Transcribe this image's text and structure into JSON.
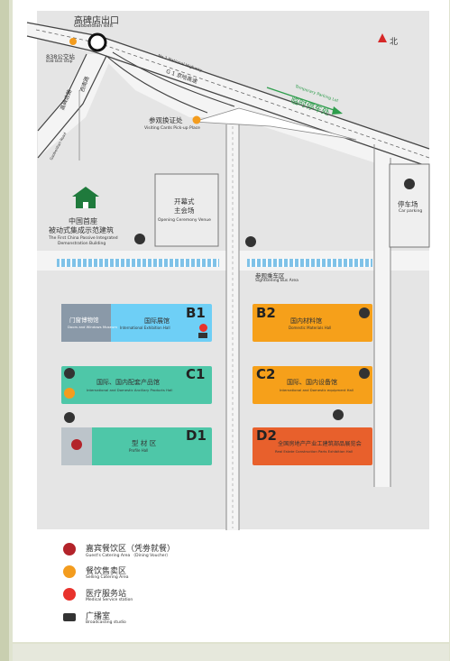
{
  "map": {
    "north_label": "北",
    "colors": {
      "page_bg": "#dfe3cf",
      "panel": "#ffffff",
      "ground": "#e5e5e5",
      "road": "#f2f2f2",
      "road_edge": "#555555",
      "hall_blue": "#6ecff6",
      "hall_green": "#4ec7a8",
      "hall_orange": "#f6a01a",
      "hall_red": "#e8602c",
      "hall_gray": "#8a99a8",
      "building_green": "#1f7a3c",
      "marker_orange": "#f39c1e",
      "temp_parking_green": "#2e9d4c",
      "north_red": "#d62828",
      "sightseeing_stripe": "#7fc2e8"
    },
    "exit": {
      "name_cn": "高碑店出口",
      "name_en": "Gaobeidian exit"
    },
    "bus_stop": {
      "name_cn": "838公交站",
      "name_en": "838 Bus stop"
    },
    "highway": {
      "name_en": "No.1 National Highway",
      "code": "G 1 京哈高速"
    },
    "side_road": {
      "name_cn": "高碑店路",
      "name_en": "Gaobeidian Road"
    },
    "side_road2": {
      "name_cn": "西南路",
      "name_en": "Xidian Road"
    },
    "temp_parking": {
      "name_en": "Temporary Parking Lot",
      "name_cn": "临时停车处"
    },
    "card_pickup": {
      "name_cn": "参观换证处",
      "name_en": "Visiting Cards Pick-up Place"
    },
    "passive_building": {
      "name_cn_1": "中国首座",
      "name_cn_2": "被动式集成示范建筑",
      "name_en_1": "The First China Passive Integrated",
      "name_en_2": "Demonstration Building"
    },
    "opening_venue": {
      "name_cn_1": "开幕式",
      "name_cn_2": "主会场",
      "name_en": "Opening Ceremony Venue"
    },
    "car_parking": {
      "name_cn": "停车场",
      "name_en": "Car parking"
    },
    "sightseeing": {
      "name_cn": "参观乘车区",
      "name_en": "Sightseeing Bus Area"
    },
    "halls": {
      "b1": {
        "code": "B1",
        "name_cn": "国际展馆",
        "name_en": "International Exhibition Hall",
        "sub_cn": "门窗博物馆",
        "sub_en": "Doors and Windows Museum"
      },
      "c1": {
        "code": "C1",
        "name_cn": "国际、国内配套产品馆",
        "name_en": "International and Domestic Ancillary Products Hall"
      },
      "d1": {
        "code": "D1",
        "name_cn": "型 材 区",
        "name_en": "Profile Hall"
      },
      "b2": {
        "code": "B2",
        "name_cn": "国内材料馆",
        "name_en": "Domestic Materials Hall"
      },
      "c2": {
        "code": "C2",
        "name_cn": "国际、国内设备馆",
        "name_en": "International and Domestic equipment Hall"
      },
      "d2": {
        "code": "D2",
        "name_cn": "全国房地产产业工建筑部品展览会",
        "name_en": "Real Estate Construction Parts Exhibition Hall"
      }
    }
  },
  "legend": [
    {
      "icon": "guest-catering-icon",
      "color": "#b3232a",
      "name_cn": "嘉宾餐饮区（凭劵就餐）",
      "name_en": "Guest's Catering Area （Dining Voucher）"
    },
    {
      "icon": "selling-catering-icon",
      "color": "#f39c1e",
      "name_cn": "餐饮售卖区",
      "name_en": "Selling Catering Area"
    },
    {
      "icon": "medical-icon",
      "color": "#e8322c",
      "name_cn": "医疗服务站",
      "name_en": "Medical Service station"
    },
    {
      "icon": "broadcast-icon",
      "color": "#333333",
      "name_cn": "广播室",
      "name_en": "Broadcasting studio"
    }
  ]
}
